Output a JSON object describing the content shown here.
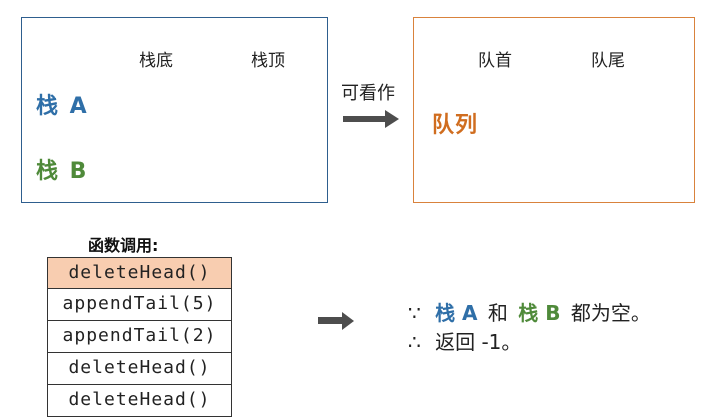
{
  "stack_panel": {
    "bottom_label": "栈底",
    "top_label": "栈顶",
    "stack_a": "栈 A",
    "stack_b": "栈 B"
  },
  "arrow_label": "可看作",
  "queue_panel": {
    "head_label": "队首",
    "tail_label": "队尾",
    "queue_label": "队列"
  },
  "calls": {
    "title": "函数调用:",
    "items": [
      "deleteHead()",
      "appendTail(5)",
      "appendTail(2)",
      "deleteHead()",
      "deleteHead()"
    ],
    "active_index": 0
  },
  "result": {
    "because_symbol": "∵",
    "stack_a": "栈 A",
    "and": "和",
    "stack_b": "栈 B",
    "rest": "都为空。",
    "therefore_symbol": "∴",
    "returns": "返回 -1。"
  },
  "colors": {
    "stack_a": "#2f6fa8",
    "stack_b": "#4f8a3a",
    "queue": "#d06d1f",
    "active_row": "#f8cdb0"
  }
}
